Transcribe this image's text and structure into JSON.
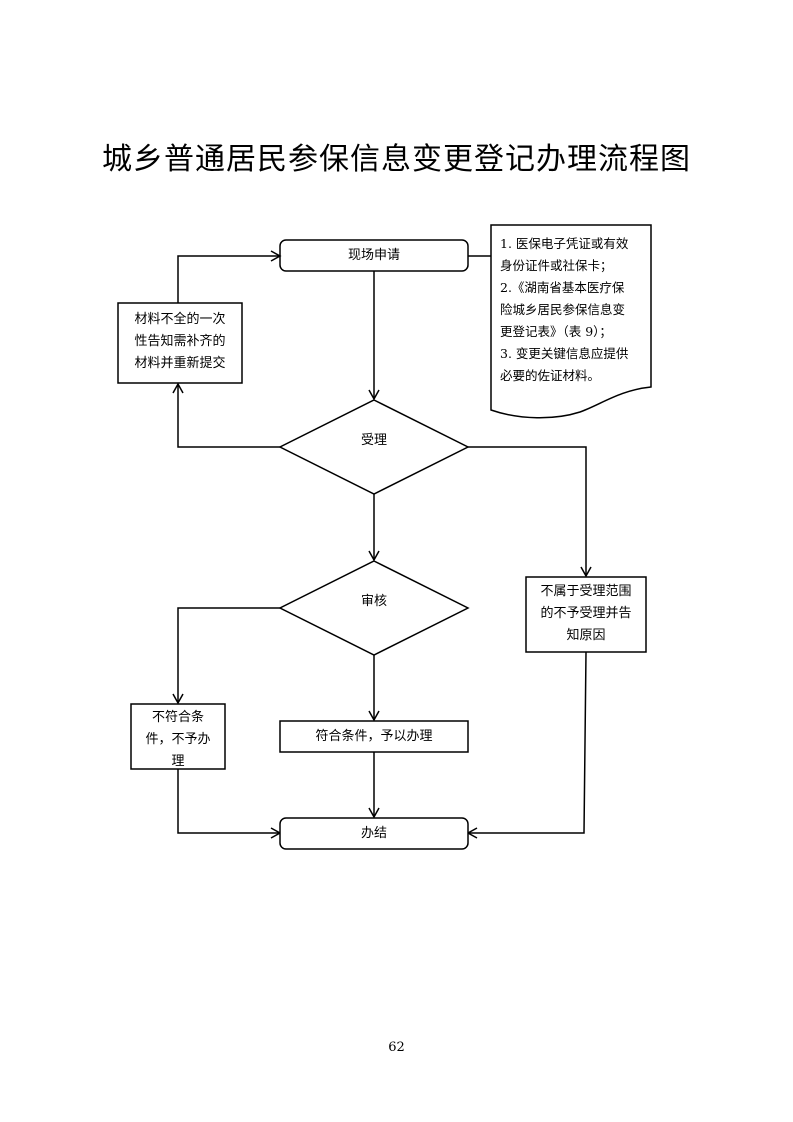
{
  "title": "城乡普通居民参保信息变更登记办理流程图",
  "nodes": {
    "apply": "现场申请",
    "materials": "1. 医保电子凭证或有效身份证件或社保卡；\n2.《湖南省基本医疗保险城乡居民参保信息变更登记表》（表 9）；\n3. 变更关键信息应提供必要的佐证材料。",
    "materials_lines": [
      "1. 医保电子凭证或有效",
      "身份证件或社保卡；",
      "2.《湖南省基本医疗保",
      "险城乡居民参保信息变",
      "更登记表》（表 9）；",
      "3. 变更关键信息应提供",
      "必要的佐证材料。"
    ],
    "incomplete": [
      "材料不全的一次",
      "性告知需补齐的",
      "材料并重新提交"
    ],
    "accept": "受理",
    "out_of_scope": [
      "不属于受理范围",
      "的不予受理并告",
      "知原因"
    ],
    "review": "审核",
    "not_qualified": [
      "不符合条",
      "件，不予办",
      "理"
    ],
    "qualified": "符合条件，予以办理",
    "done": "办结"
  },
  "page_number": "62"
}
